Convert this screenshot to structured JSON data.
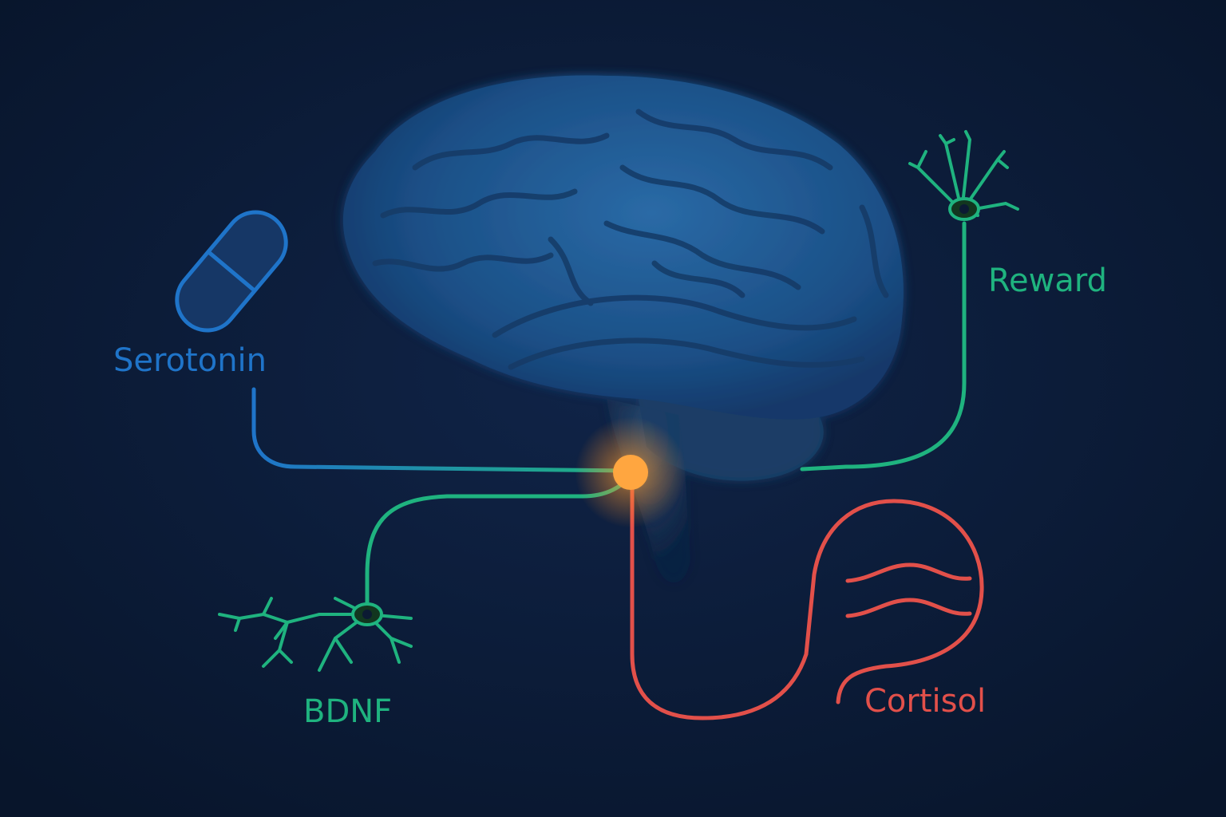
{
  "labels": {
    "serotonin": "Serotonin",
    "reward": "Reward",
    "bdnf": "BDNF",
    "cortisol": "Cortisol"
  },
  "colors": {
    "background": "#0b1a33",
    "brain": "#1d5a93",
    "serotonin": "#1f74c9",
    "reward": "#1fb37f",
    "bdnf": "#1fb37f",
    "cortisol": "#e2504a",
    "hub": "#ffa640"
  },
  "icons": {
    "brain": "brain-icon",
    "capsule": "capsule-icon",
    "reward_neuron": "neuron-icon",
    "bdnf_neuron": "neuron-icon",
    "cortisol_waves": "wave-icon",
    "hub": "glow-node-icon"
  }
}
